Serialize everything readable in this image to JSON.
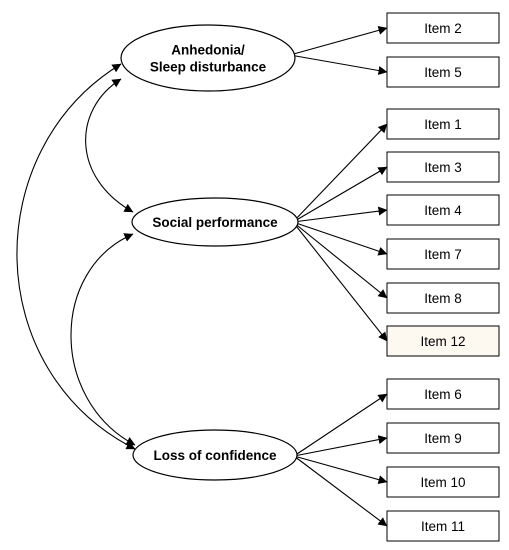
{
  "factors": [
    {
      "id": "anhedonia",
      "lines": [
        "Anhedonia/",
        "Sleep disturbance"
      ]
    },
    {
      "id": "social",
      "lines": [
        "Social performance"
      ]
    },
    {
      "id": "confidence",
      "lines": [
        "Loss of confidence"
      ]
    }
  ],
  "items": [
    {
      "label": "Item 2",
      "factor": "anhedonia"
    },
    {
      "label": "Item 5",
      "factor": "anhedonia"
    },
    {
      "label": "Item 1",
      "factor": "social"
    },
    {
      "label": "Item 3",
      "factor": "social"
    },
    {
      "label": "Item 4",
      "factor": "social"
    },
    {
      "label": "Item 7",
      "factor": "social"
    },
    {
      "label": "Item 8",
      "factor": "social"
    },
    {
      "label": "Item 12",
      "factor": "social"
    },
    {
      "label": "Item 6",
      "factor": "confidence"
    },
    {
      "label": "Item 9",
      "factor": "confidence"
    },
    {
      "label": "Item 10",
      "factor": "confidence"
    },
    {
      "label": "Item 11",
      "factor": "confidence"
    }
  ],
  "correlations": [
    {
      "from": "anhedonia",
      "to": "social"
    },
    {
      "from": "social",
      "to": "confidence"
    },
    {
      "from": "anhedonia",
      "to": "confidence"
    }
  ],
  "colors": {
    "stroke": "#000000",
    "item_fill": "#ffffff",
    "item_highlight_fill": "#fdf8f0"
  }
}
